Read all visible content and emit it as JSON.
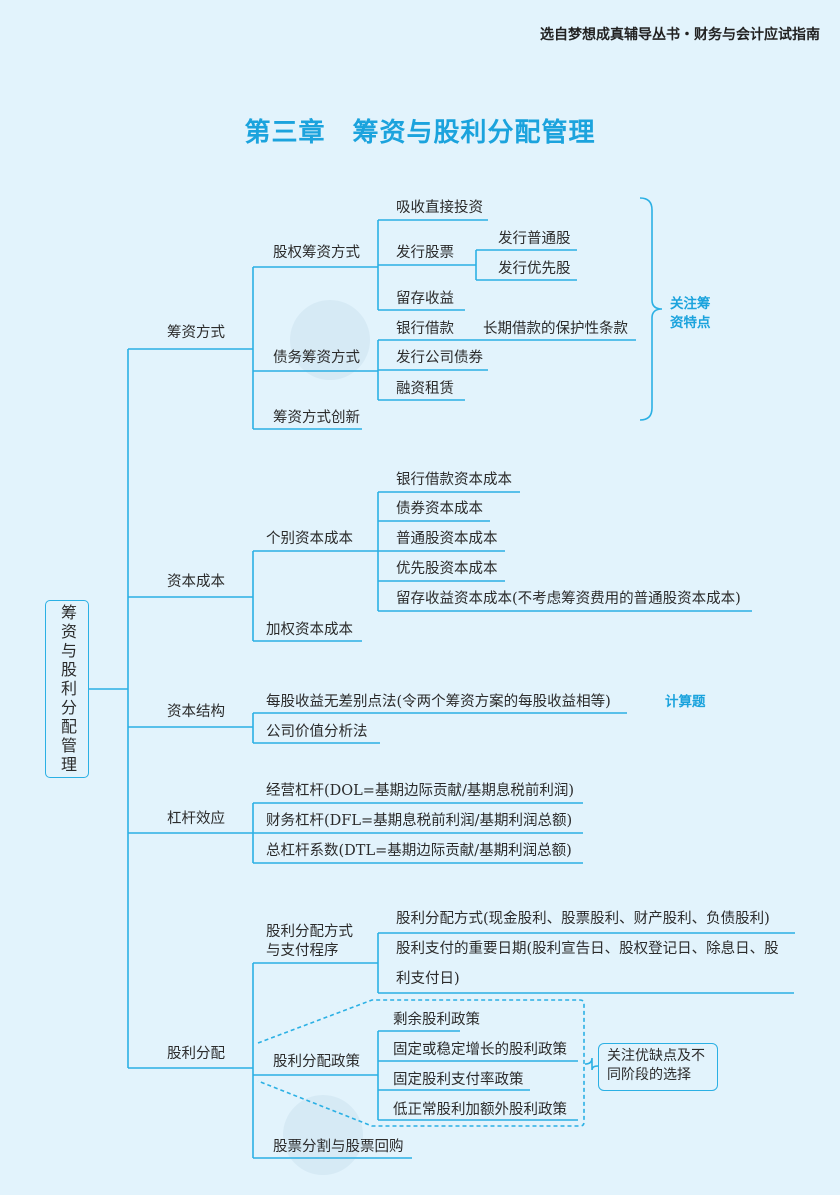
{
  "header": "选自梦想成真辅导丛书・财务与会计应试指南",
  "title": "第三章　筹资与股利分配管理",
  "root": "筹资与股利分配管理",
  "colors": {
    "line": "#2bb0e4",
    "accent": "#1ba3dd",
    "background": "#e2f3fc"
  },
  "financing": {
    "label": "筹资方式",
    "equity": {
      "label": "股权筹资方式",
      "items": [
        "吸收直接投资",
        "发行股票",
        "留存收益"
      ],
      "stock": [
        "发行普通股",
        "发行优先股"
      ]
    },
    "debt": {
      "label": "债务筹资方式",
      "items": [
        "银行借款",
        "发行公司债券",
        "融资租赁"
      ],
      "loan_note": "长期借款的保护性条款"
    },
    "innovation": "筹资方式创新",
    "note": [
      "关注筹",
      "资特点"
    ]
  },
  "capital_cost": {
    "label": "资本成本",
    "individual": {
      "label": "个别资本成本",
      "items": [
        "银行借款资本成本",
        "债券资本成本",
        "普通股资本成本",
        "优先股资本成本",
        "留存收益资本成本(不考虑筹资费用的普通股资本成本)"
      ]
    },
    "weighted": "加权资本成本"
  },
  "capital_structure": {
    "label": "资本结构",
    "items": [
      "每股收益无差别点法(令两个筹资方案的每股收益相等)",
      "公司价值分析法"
    ],
    "note": "计算题"
  },
  "leverage": {
    "label": "杠杆效应",
    "items": [
      "经营杠杆(DOL=基期边际贡献/基期息税前利润)",
      "财务杠杆(DFL=基期息税前利润/基期利润总额)",
      "总杠杆系数(DTL=基期边际贡献/基期利润总额)"
    ]
  },
  "dividend": {
    "label": "股利分配",
    "method": {
      "label": [
        "股利分配方式",
        "与支付程序"
      ],
      "items": [
        "股利分配方式(现金股利、股票股利、财产股利、负债股利)",
        "股利支付的重要日期(股利宣告日、股权登记日、除息日、股",
        "利支付日)"
      ]
    },
    "policy": {
      "label": "股利分配政策",
      "items": [
        "剩余股利政策",
        "固定或稳定增长的股利政策",
        "固定股利支付率政策",
        "低正常股利加额外股利政策"
      ],
      "note": [
        "关注优缺点及不",
        "同阶段的选择"
      ]
    },
    "split": "股票分割与股票回购"
  }
}
